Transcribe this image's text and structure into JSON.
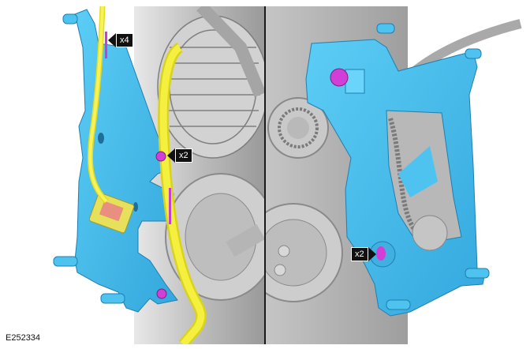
{
  "figure": {
    "id": "E252334",
    "description": "Engine accessory bracket removal illustration, two views",
    "colors": {
      "bracket": "#4ec3f0",
      "bracket_shade": "#2fa3d6",
      "harness": "#f4ee3a",
      "fastener": "#d23fd6",
      "engine": "#c8c8c8",
      "engine_dark": "#8d8d8d",
      "callout_bg": "#111111",
      "callout_text": "#ffffff",
      "divider": "#1a1a1a"
    }
  },
  "callouts": [
    {
      "label": "x4",
      "direction": "left",
      "panel": "left",
      "target": "harness-clip-upper"
    },
    {
      "label": "x2",
      "direction": "left",
      "panel": "left",
      "target": "bracket-nut-middle"
    },
    {
      "label": "x2",
      "direction": "right",
      "panel": "right",
      "target": "bracket-bolt-lower"
    }
  ]
}
